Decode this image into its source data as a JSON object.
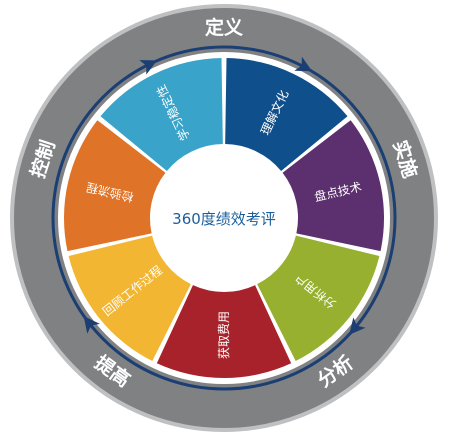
{
  "center": {
    "label": "360度绩效考评"
  },
  "outer_ring": {
    "labels": [
      "定义",
      "实施",
      "分析",
      "提高",
      "控制"
    ],
    "color": "#808183"
  },
  "segments": [
    {
      "label": "理解文化",
      "color": "#0f4f8c"
    },
    {
      "label": "盘点技术",
      "color": "#5c2f6e"
    },
    {
      "label": "分析用户",
      "color": "#97b02f"
    },
    {
      "label": "获取费用",
      "color": "#a8222b"
    },
    {
      "label": "回顾工作过程",
      "color": "#f2b632"
    },
    {
      "label": "检验流程",
      "color": "#df7328"
    },
    {
      "label": "学习稳定性",
      "color": "#3aa3c9"
    }
  ],
  "colors": {
    "arrow_ring": "#1b3e73",
    "center_text": "#1a5e9c"
  }
}
